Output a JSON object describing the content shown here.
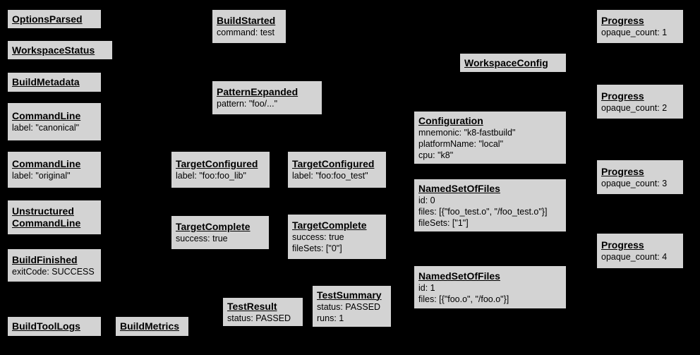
{
  "diagram": {
    "colors": {
      "background": "#000000",
      "node_fill": "#d3d3d3",
      "node_border": "#000000",
      "node_text": "#000000"
    },
    "nodes": [
      {
        "title": "OptionsParsed",
        "lines": []
      },
      {
        "title": "WorkspaceStatus",
        "lines": []
      },
      {
        "title": "BuildMetadata",
        "lines": []
      },
      {
        "title": "CommandLine",
        "lines": [
          "label: \"canonical\""
        ]
      },
      {
        "title": "CommandLine",
        "lines": [
          "label: \"original\""
        ]
      },
      {
        "title": "Unstructured\nCommandLine",
        "lines": []
      },
      {
        "title": "BuildFinished",
        "lines": [
          "exitCode: SUCCESS"
        ]
      },
      {
        "title": "BuildToolLogs",
        "lines": []
      },
      {
        "title": "BuildMetrics",
        "lines": []
      },
      {
        "title": "BuildStarted",
        "lines": [
          "command: test"
        ]
      },
      {
        "title": "PatternExpanded",
        "lines": [
          "pattern: \"foo/...\""
        ]
      },
      {
        "title": "TargetConfigured",
        "lines": [
          "label: \"foo:foo_lib\""
        ]
      },
      {
        "title": "TargetConfigured",
        "lines": [
          "label: \"foo:foo_test\""
        ]
      },
      {
        "title": "TargetComplete",
        "lines": [
          "success: true"
        ]
      },
      {
        "title": "TargetComplete",
        "lines": [
          "success: true",
          "fileSets: [\"0\"]"
        ]
      },
      {
        "title": "TestResult",
        "lines": [
          "status: PASSED"
        ]
      },
      {
        "title": "TestSummary",
        "lines": [
          "status: PASSED",
          "runs: 1"
        ]
      },
      {
        "title": "WorkspaceConfig",
        "lines": []
      },
      {
        "title": "Configuration",
        "lines": [
          "mnemonic: \"k8-fastbuild\"",
          "platformName: \"local\"",
          "cpu: \"k8\""
        ]
      },
      {
        "title": "NamedSetOfFiles",
        "lines": [
          "id: 0",
          "files: [{\"foo_test.o\", \"/foo_test.o\"}]",
          "fileSets: [\"1\"]"
        ]
      },
      {
        "title": "NamedSetOfFiles",
        "lines": [
          "id: 1",
          "files: [{\"foo.o\", \"/foo.o\"}]"
        ]
      },
      {
        "title": "Progress",
        "lines": [
          "opaque_count: 1"
        ]
      },
      {
        "title": "Progress",
        "lines": [
          "opaque_count: 2"
        ]
      },
      {
        "title": "Progress",
        "lines": [
          "opaque_count: 3"
        ]
      },
      {
        "title": "Progress",
        "lines": [
          "opaque_count: 4"
        ]
      }
    ]
  }
}
